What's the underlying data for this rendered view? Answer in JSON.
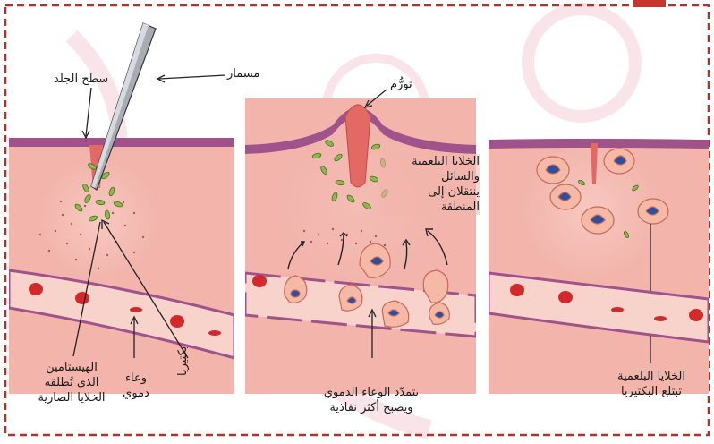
{
  "labels": {
    "nail": "مسمار",
    "skin_surface": "سطح الجلد",
    "bacteria": "بكتيريا",
    "histamine": [
      "الهيستامين",
      "الذي تُطلقه",
      "الخلايا الصارية"
    ],
    "blood_vessel": [
      "وعاء",
      "دموي"
    ],
    "swelling": "تورُّم",
    "phagocytes_move": [
      "الخلايا البلعمية",
      "والسائل",
      "ينتقلان إلى",
      "المنطقة"
    ],
    "vessel_dilates": [
      "يتمدّد الوعاء الدموي",
      "ويصبح أكثر نفاذية"
    ],
    "phagocytes_engulf": [
      "الخلايا البلعمية",
      "تبتلع البكتيريا"
    ]
  },
  "colors": {
    "frame": "#b0322c",
    "skin": "#f2b4ab",
    "epidermis": "#a0528a",
    "vessel": "#f8d3cc",
    "rbc": "#d22a2a",
    "bacteria": "#8bb94a",
    "nucleus": "#2d4f9e"
  }
}
